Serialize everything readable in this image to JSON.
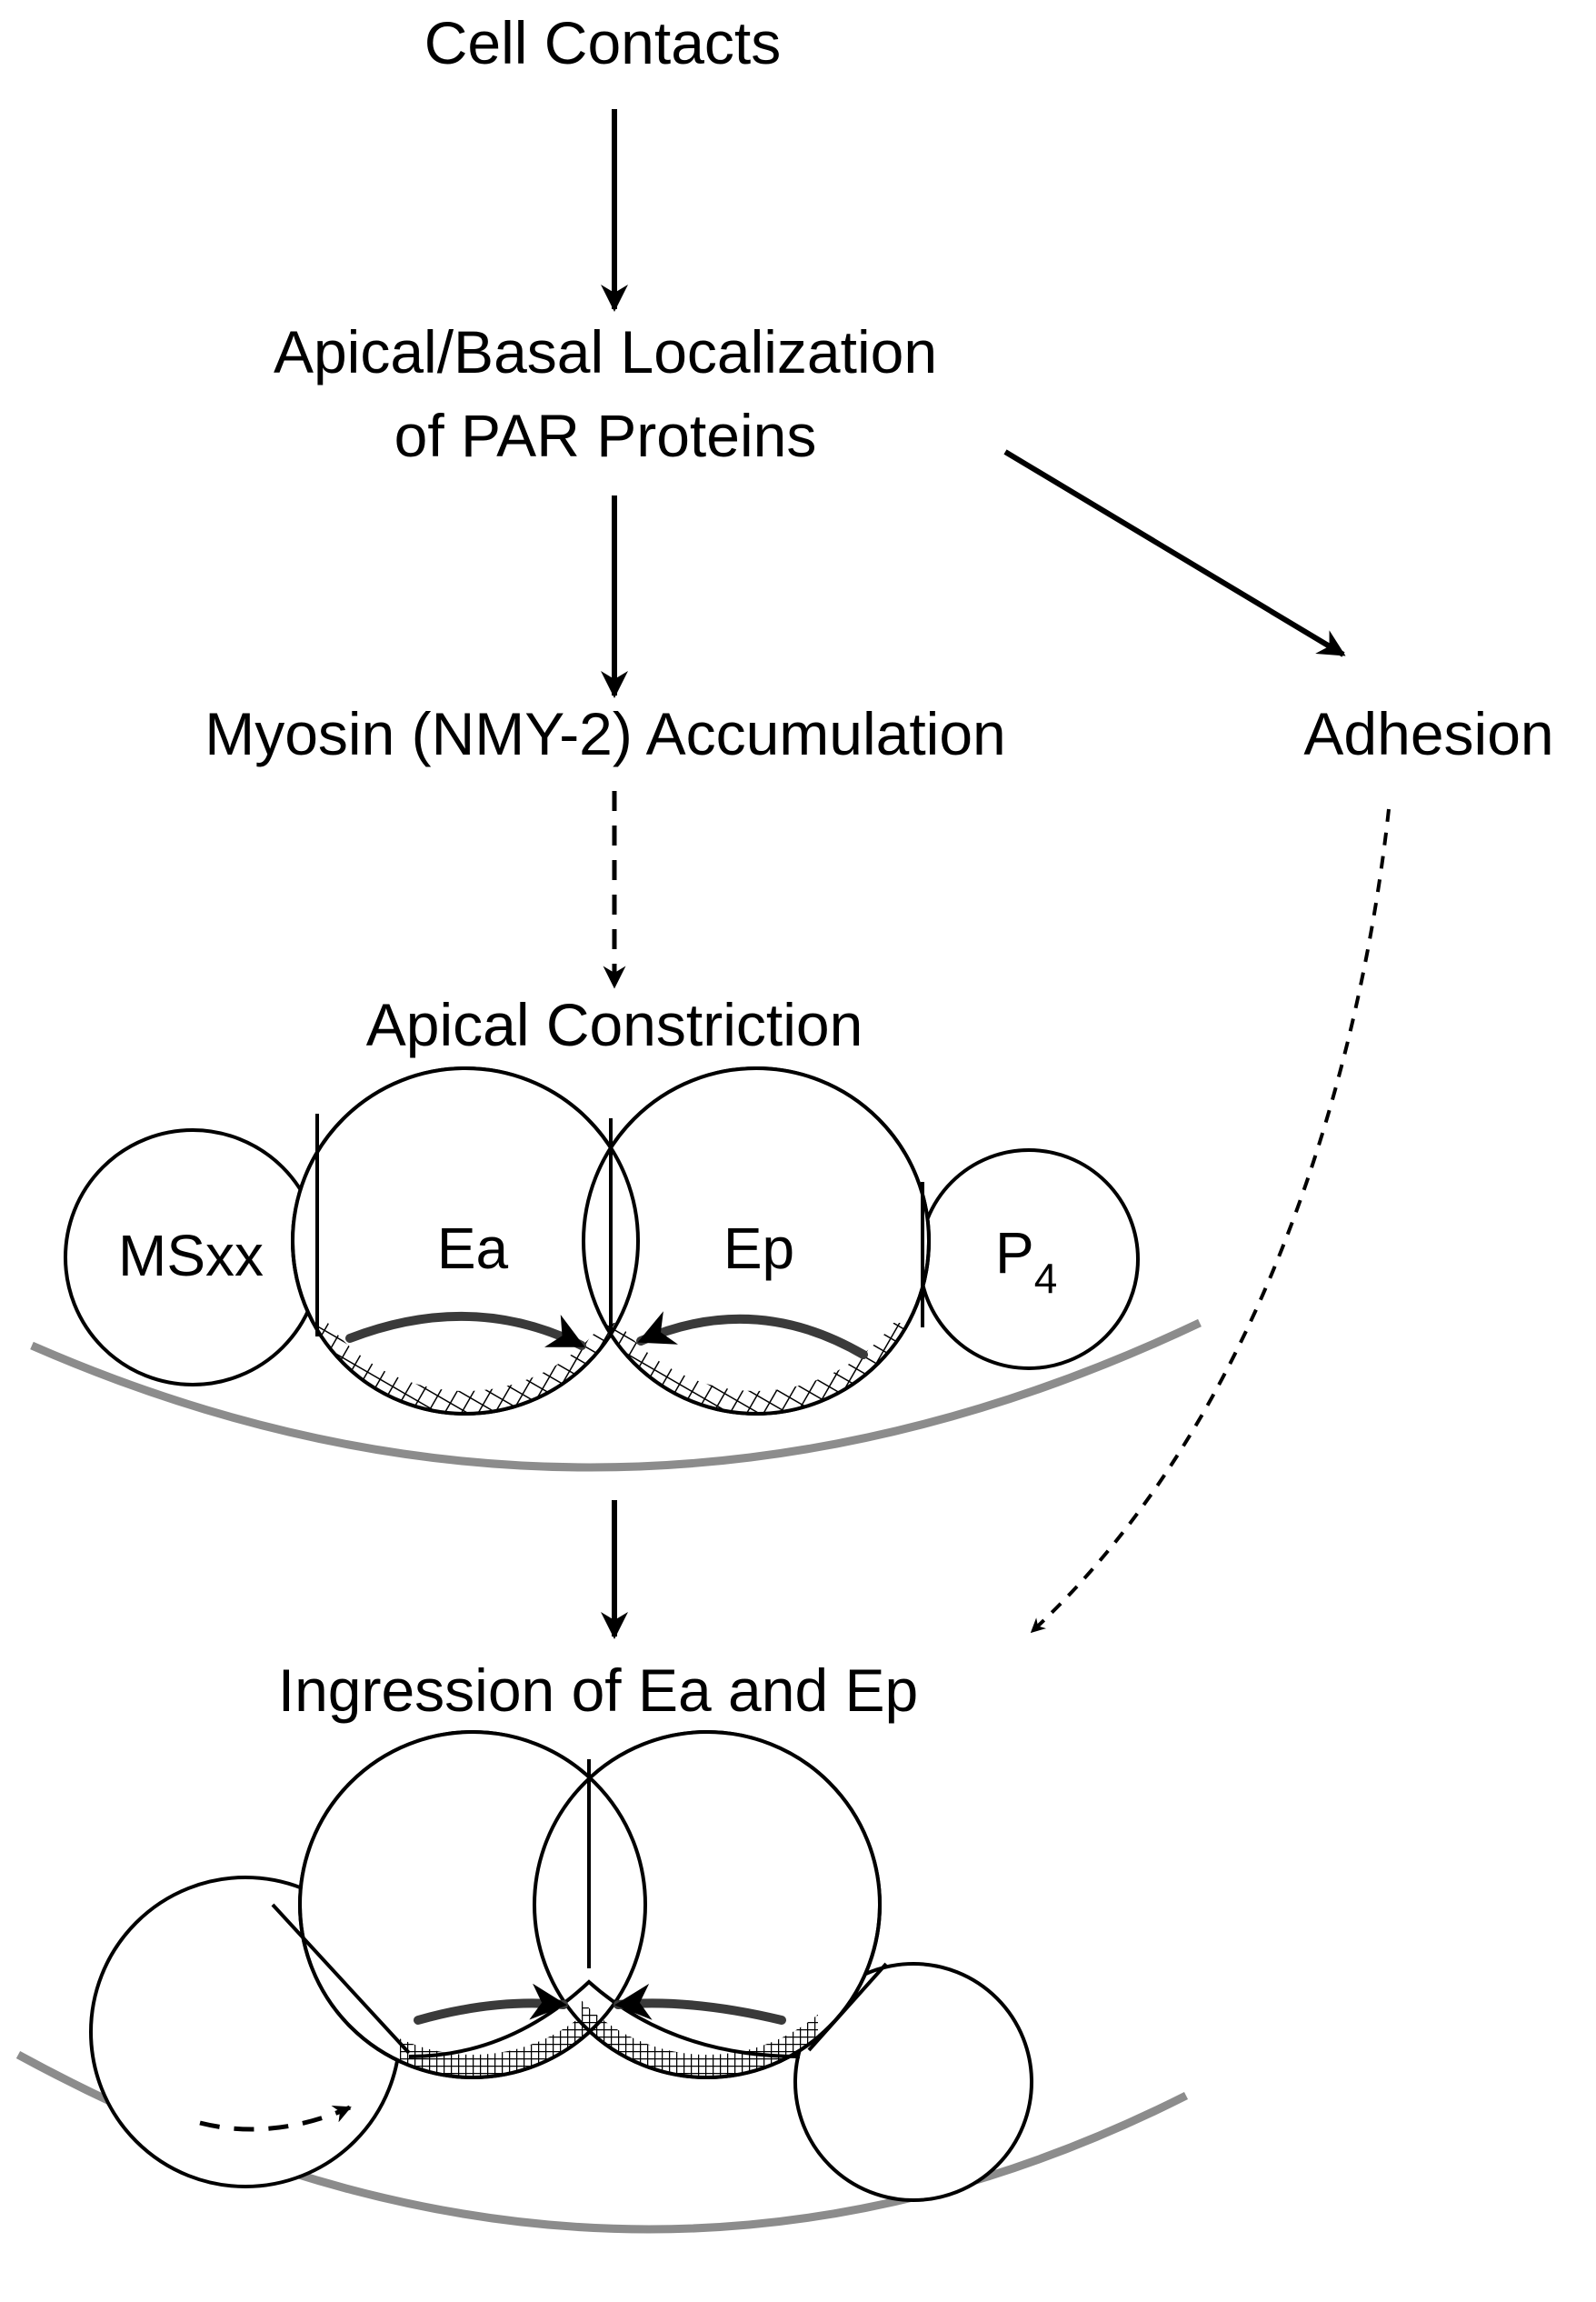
{
  "diagram": {
    "nodes": {
      "cell_contacts": "Cell Contacts",
      "par_line1": "Apical/Basal Localization",
      "par_line2": "of PAR Proteins",
      "myosin": "Myosin (NMY-2) Accumulation",
      "adhesion": "Adhesion",
      "apical_constriction": "Apical Constriction",
      "ingression": "Ingression of Ea and Ep"
    },
    "cells": {
      "msxx": "MSxx",
      "ea": "Ea",
      "ep": "Ep",
      "p4": "P",
      "p4_subscript": "4"
    },
    "edges": [
      {
        "from": "Cell Contacts",
        "to": "Apical/Basal Localization of PAR Proteins",
        "style": "solid"
      },
      {
        "from": "Apical/Basal Localization of PAR Proteins",
        "to": "Myosin (NMY-2) Accumulation",
        "style": "solid"
      },
      {
        "from": "Apical/Basal Localization of PAR Proteins",
        "to": "Adhesion",
        "style": "solid"
      },
      {
        "from": "Myosin (NMY-2) Accumulation",
        "to": "Apical Constriction",
        "style": "dashed"
      },
      {
        "from": "Apical Constriction",
        "to": "Ingression of Ea and Ep",
        "style": "solid"
      },
      {
        "from": "Adhesion",
        "to": "Ingression of Ea and Ep",
        "style": "dashed"
      }
    ],
    "colors": {
      "line": "#000000",
      "surface": "#8c8c8c",
      "flow_arrow": "#3a3a3a"
    }
  }
}
